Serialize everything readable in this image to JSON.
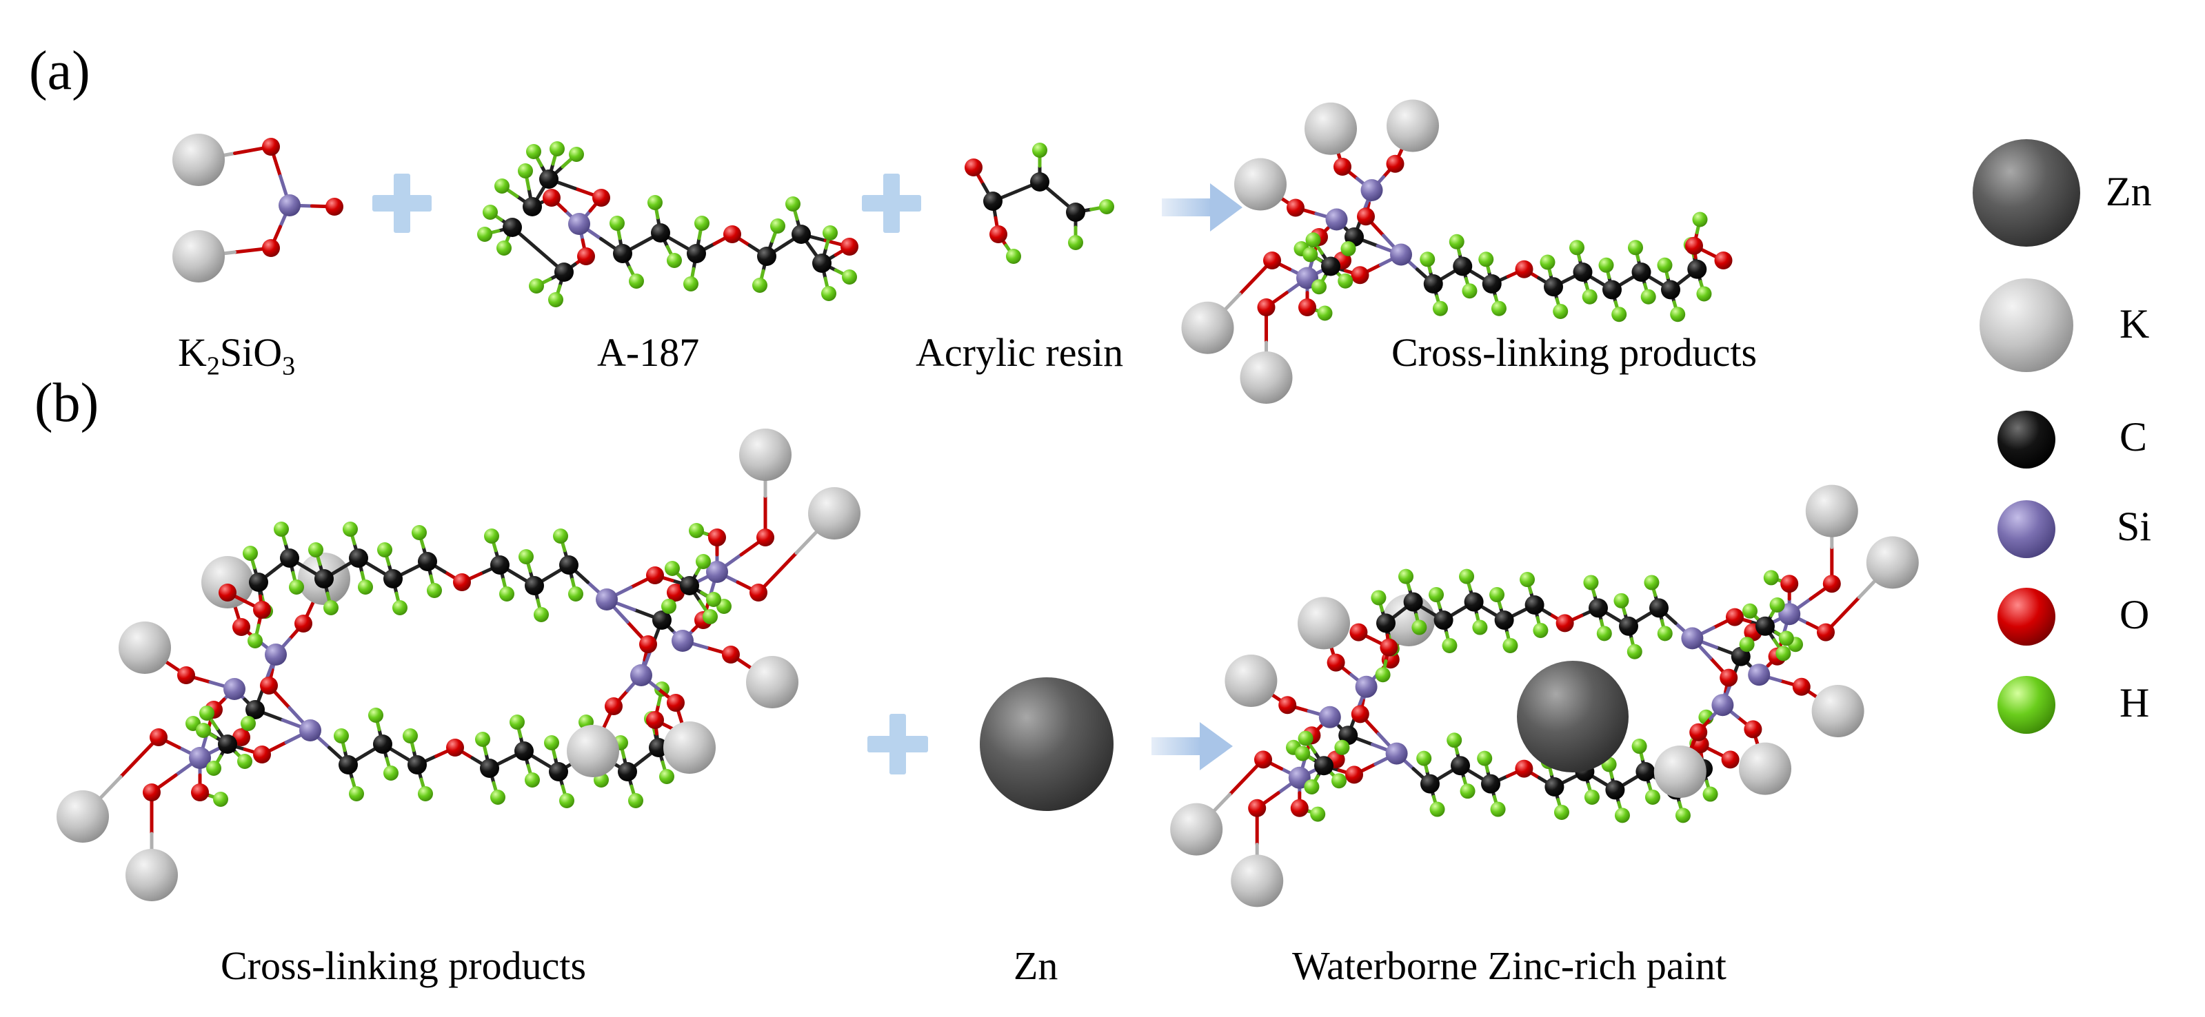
{
  "panels": {
    "a": "(a)",
    "b": "(b)"
  },
  "captions_a": {
    "k2sio3_pre": "K",
    "k2sio3_sub1": "2",
    "k2sio3_mid": "SiO",
    "k2sio3_sub2": "3",
    "a187": "A-187",
    "acrylic": "Acrylic resin",
    "crosslink": "Cross-linking products"
  },
  "captions_b": {
    "crosslink": "Cross-linking products",
    "zn": "Zn",
    "paint": "Waterborne Zinc-rich paint"
  },
  "legend": [
    {
      "label": "Zn",
      "color": "#5e5e5e",
      "icon": "zinc-atom-icon"
    },
    {
      "label": "K",
      "color": "#c4c4c4",
      "icon": "potassium-atom-icon"
    },
    {
      "label": "C",
      "color": "#141414",
      "icon": "carbon-atom-icon"
    },
    {
      "label": "Si",
      "color": "#7a6fb0",
      "icon": "silicon-atom-icon"
    },
    {
      "label": "O",
      "color": "#d40000",
      "icon": "oxygen-atom-icon"
    },
    {
      "label": "H",
      "color": "#6acd1c",
      "icon": "hydrogen-atom-icon"
    }
  ],
  "colors": {
    "arrow": "#a9c5e8",
    "plus": "#b8d3ee"
  }
}
